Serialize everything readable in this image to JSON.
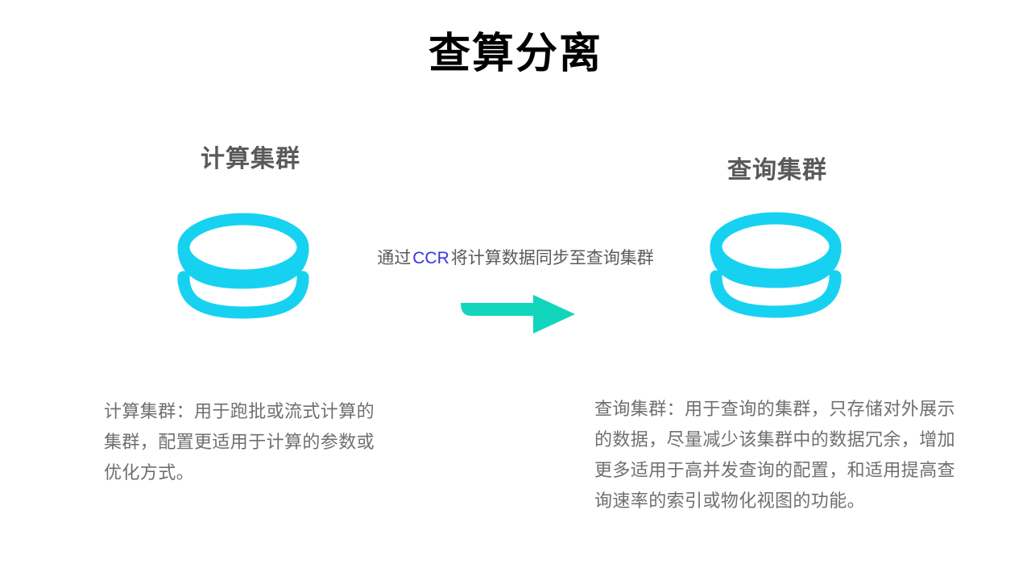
{
  "slide": {
    "title": "查算分离",
    "background_color": "#ffffff"
  },
  "colors": {
    "title_text": "#000000",
    "heading_text": "#58595b",
    "body_text": "#6f6f6f",
    "database_icon": "#16d2f0",
    "arrow": "#11d6bc",
    "ccr_highlight": "#3c32e0"
  },
  "left_cluster": {
    "heading": "计算集群",
    "icon": "database-cylinder-icon",
    "description": "计算集群：用于跑批或流式计算的集群，配置更适用于计算的参数或优化方式。"
  },
  "right_cluster": {
    "heading": "查询集群",
    "icon": "database-cylinder-icon",
    "description": "查询集群：用于查询的集群，只存储对外展示的数据，尽量减少该集群中的数据冗余，增加更多适用于高并发查询的配置，和适用提高查询速率的索引或物化视图的功能。"
  },
  "sync": {
    "caption_prefix": "通过",
    "caption_highlight": "CCR",
    "caption_suffix": "将计算数据同步至查询集群",
    "arrow_direction": "right"
  }
}
